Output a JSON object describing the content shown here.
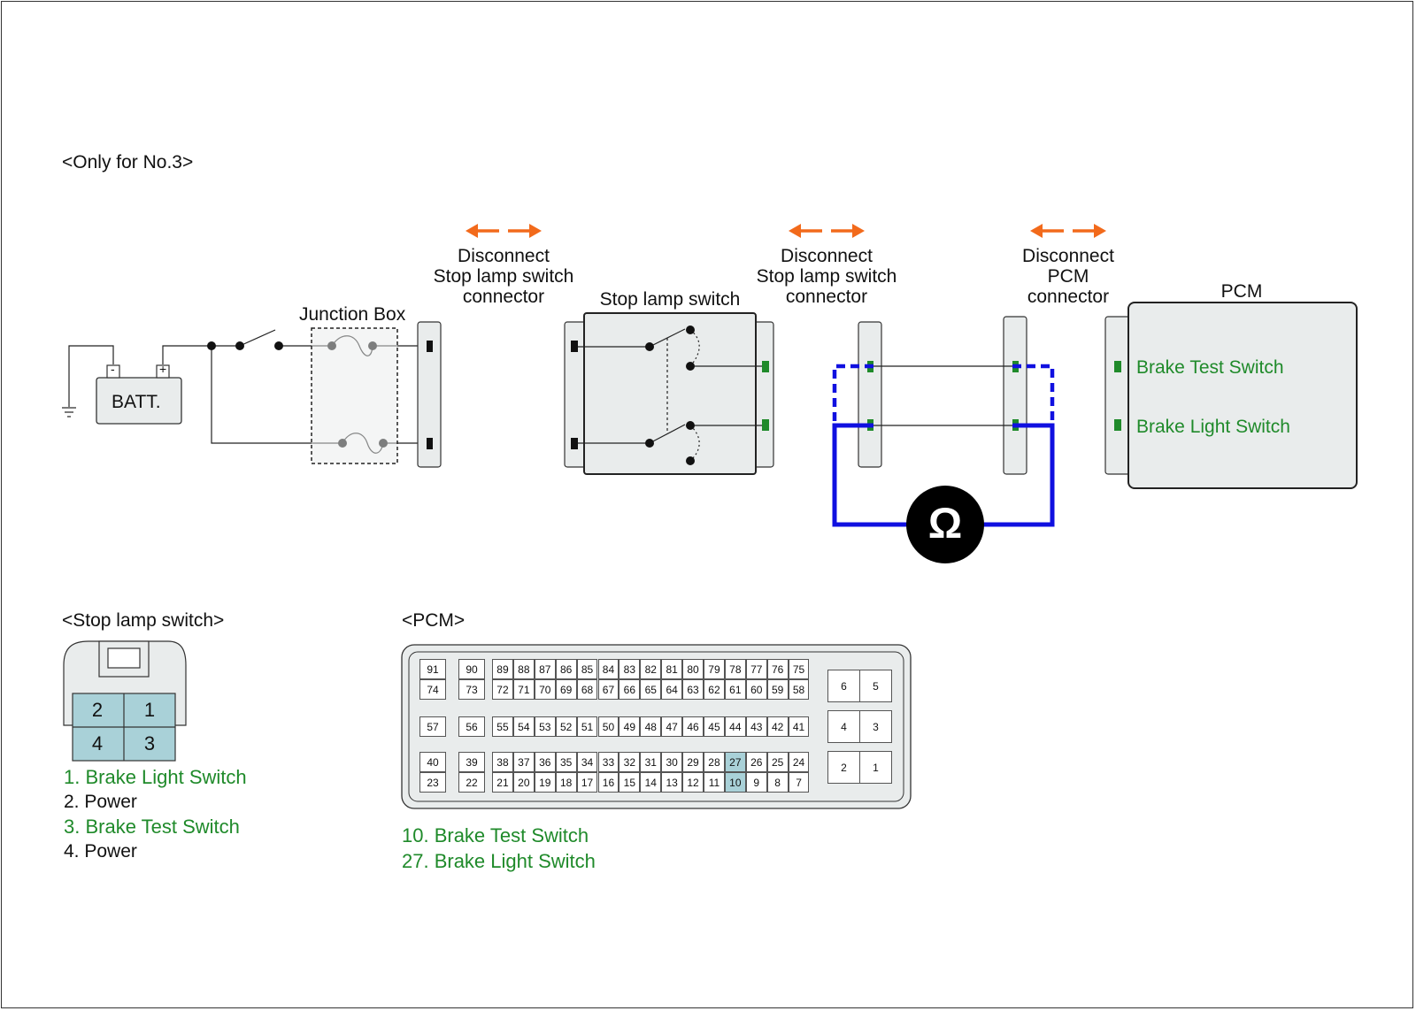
{
  "header": {
    "note": "<Only for No.3>"
  },
  "colors": {
    "accent_green": "#1f8a2a",
    "probe_blue": "#1010e0",
    "arrow_orange": "#f26a1b",
    "box_fill": "#e9ecec",
    "pin_highlight": "#a9d1d8"
  },
  "diagram": {
    "battery_label": "BATT.",
    "battery_minus": "-",
    "battery_plus": "+",
    "junction_box_label": "Junction Box",
    "disconnect_1": [
      "Disconnect",
      "Stop lamp switch",
      "connector"
    ],
    "stop_lamp_switch_label": "Stop lamp switch",
    "disconnect_2": [
      "Disconnect",
      "Stop lamp switch",
      "connector"
    ],
    "disconnect_3": [
      "Disconnect",
      "PCM",
      "connector"
    ],
    "pcm_label": "PCM",
    "pcm_pin_1": "Brake Test Switch",
    "pcm_pin_2": "Brake Light Switch",
    "ohmmeter_symbol": "Ω",
    "ohmmeter_icon": "ohmmeter-icon"
  },
  "stop_lamp_connector": {
    "title": "<Stop lamp switch>",
    "pins": [
      "2",
      "1",
      "4",
      "3"
    ],
    "legend": [
      {
        "text": "1. Brake Light Switch",
        "highlight": true
      },
      {
        "text": "2. Power",
        "highlight": false
      },
      {
        "text": "3. Brake Test Switch",
        "highlight": true
      },
      {
        "text": "4. Power",
        "highlight": false
      }
    ]
  },
  "pcm_connector": {
    "title": "<PCM>",
    "highlighted_pins": [
      "27",
      "10"
    ],
    "rows": [
      [
        "91",
        "90",
        "89",
        "88",
        "87",
        "86",
        "85",
        "84",
        "83",
        "82",
        "81",
        "80",
        "79",
        "78",
        "77",
        "76",
        "75"
      ],
      [
        "74",
        "73",
        "72",
        "71",
        "70",
        "69",
        "68",
        "67",
        "66",
        "65",
        "64",
        "63",
        "62",
        "61",
        "60",
        "59",
        "58"
      ],
      [
        "57",
        "56",
        "55",
        "54",
        "53",
        "52",
        "51",
        "50",
        "49",
        "48",
        "47",
        "46",
        "45",
        "44",
        "43",
        "42",
        "41"
      ],
      [
        "40",
        "39",
        "38",
        "37",
        "36",
        "35",
        "34",
        "33",
        "32",
        "31",
        "30",
        "29",
        "28",
        "27",
        "26",
        "25",
        "24"
      ],
      [
        "23",
        "22",
        "21",
        "20",
        "19",
        "18",
        "17",
        "16",
        "15",
        "14",
        "13",
        "12",
        "11",
        "10",
        "9",
        "8",
        "7"
      ]
    ],
    "side_pins": [
      [
        "6",
        "5"
      ],
      [
        "4",
        "3"
      ],
      [
        "2",
        "1"
      ]
    ],
    "legend": [
      {
        "text": "10. Brake Test Switch"
      },
      {
        "text": "27. Brake Light Switch"
      }
    ]
  }
}
